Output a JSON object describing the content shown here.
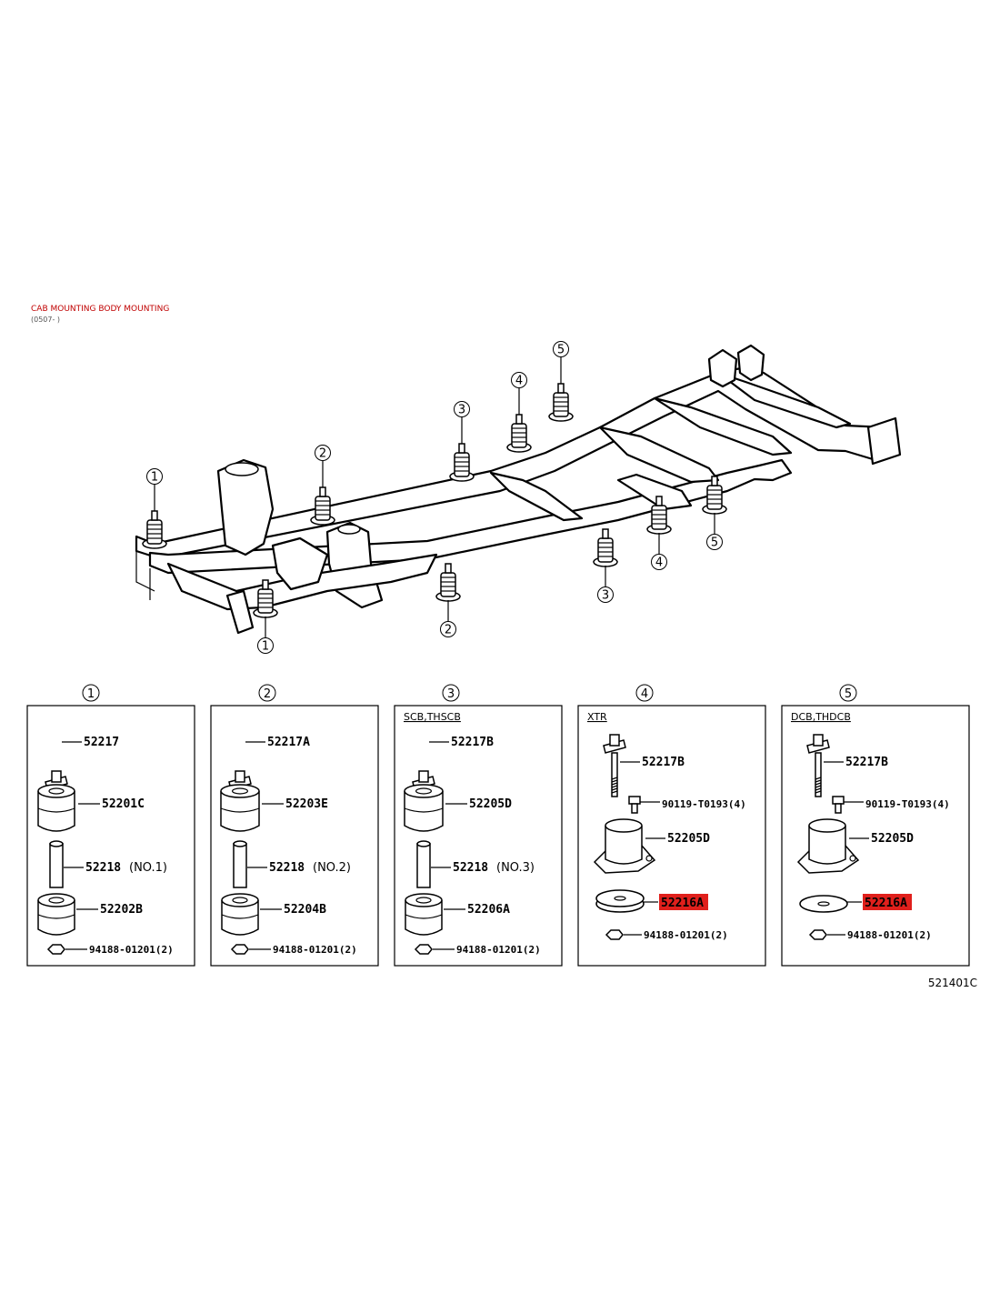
{
  "header": {
    "title": "CAB MOUNTING BODY MOUNTING",
    "subtitle": "(0507- )"
  },
  "callouts": [
    "①",
    "②",
    "③",
    "④",
    "⑤"
  ],
  "panels": [
    {
      "callout": "①",
      "caption": "",
      "labels": {
        "bolt": "52217",
        "upper": "52201C",
        "collar": "52218",
        "collar_note": "(NO.1)",
        "lower": "52202B",
        "nut": "94188-01201(2)"
      }
    },
    {
      "callout": "②",
      "caption": "",
      "labels": {
        "bolt": "52217A",
        "upper": "52203E",
        "collar": "52218",
        "collar_note": "(NO.2)",
        "lower": "52204B",
        "nut": "94188-01201(2)"
      }
    },
    {
      "callout": "③",
      "caption": "SCB,THSCB",
      "labels": {
        "bolt": "52217B",
        "upper": "52205D",
        "collar": "52218",
        "collar_note": "(NO.3)",
        "lower": "52206A",
        "nut": "94188-01201(2)"
      }
    },
    {
      "callout": "④",
      "caption": "XTR",
      "labels": {
        "bolt": "52217B",
        "screw": "90119-T0193(4)",
        "upper": "52205D",
        "washer": "52216A",
        "nut": "94188-01201(2)"
      }
    },
    {
      "callout": "⑤",
      "caption": "DCB,THDCB",
      "labels": {
        "bolt": "52217B",
        "screw": "90119-T0193(4)",
        "upper": "52205D",
        "washer": "52216A",
        "nut": "94188-01201(2)"
      }
    }
  ],
  "figure_code": "521401C",
  "colors": {
    "title": "#c00000",
    "highlight": "#e0201c"
  }
}
